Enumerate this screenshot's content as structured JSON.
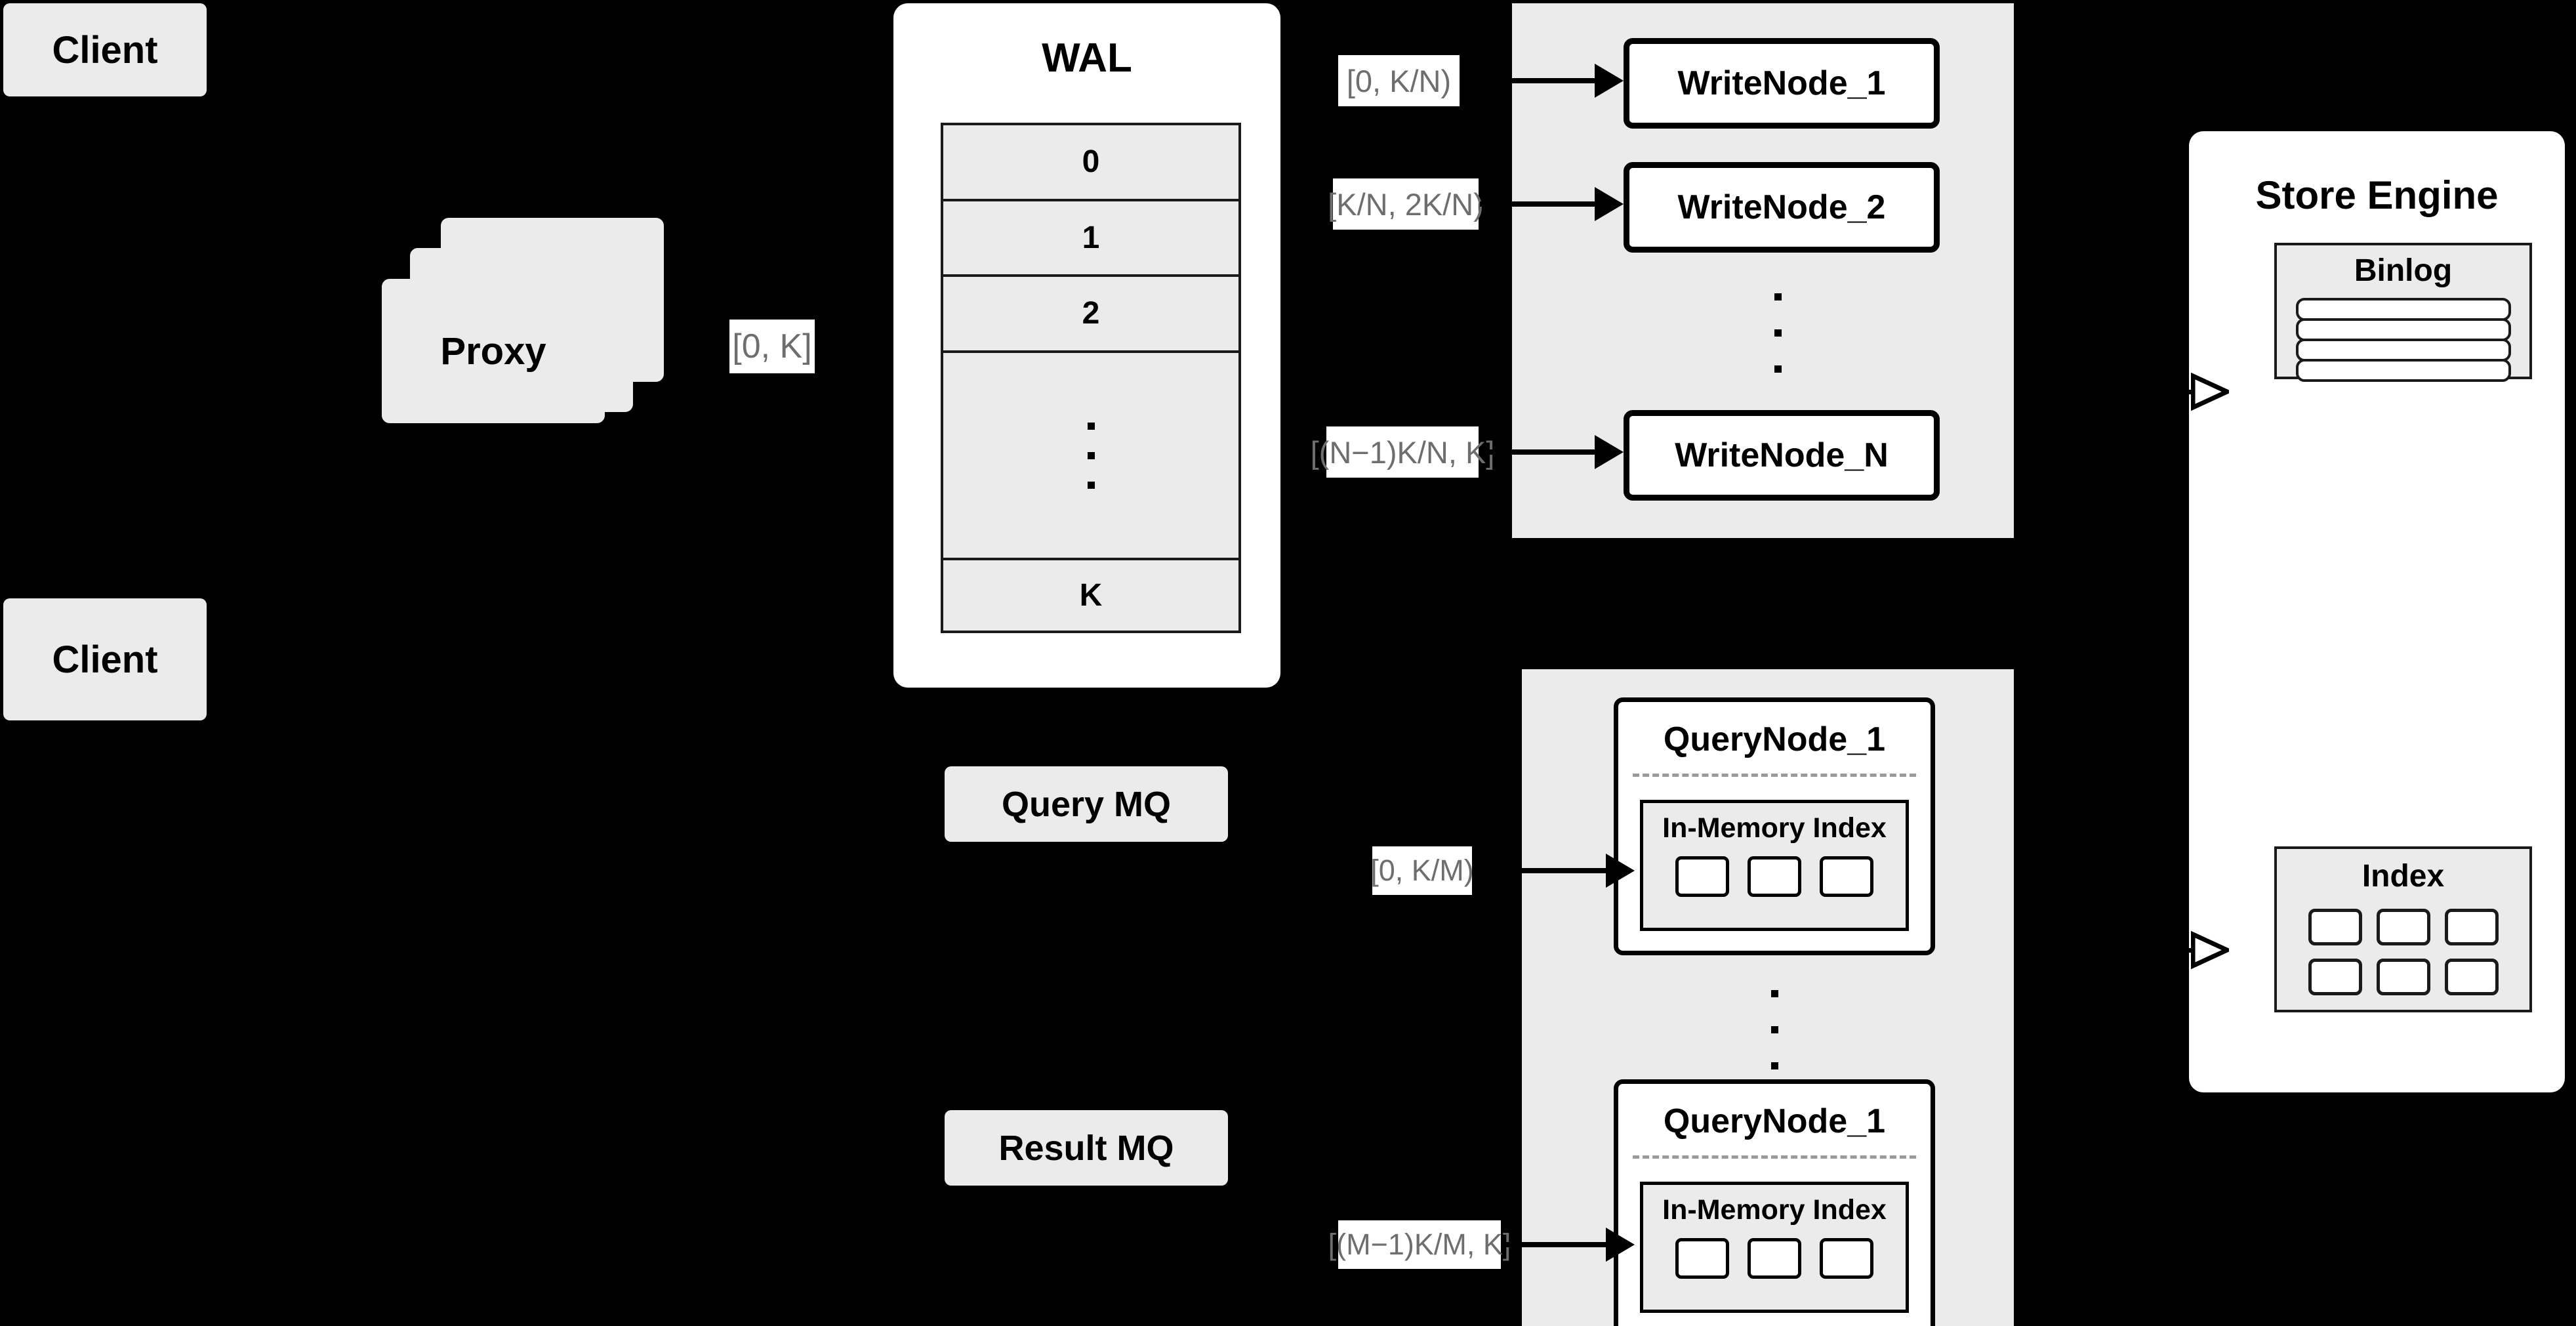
{
  "diagram": {
    "title": "Distributed Vector Database Write/Query Architecture",
    "background_color": "#000000",
    "box_fill": "#ebebeb",
    "panel_fill": "#ffffff",
    "stroke_color": "#000000",
    "label_text_color": "#6e6e6e"
  },
  "clients": [
    {
      "label": "Client"
    },
    {
      "label": "Client"
    }
  ],
  "proxy": {
    "label": "Proxy",
    "stack_layers": 3
  },
  "proxy_range_label": "[0, K]",
  "wal": {
    "title": "WAL",
    "rows": [
      "0",
      "1",
      "2"
    ],
    "ellipsis": "vertical-dots",
    "last_row": "K"
  },
  "mq": {
    "query": "Query MQ",
    "result": "Result MQ"
  },
  "write_group": {
    "nodes": [
      {
        "label": "WriteNode_1",
        "range": "[0,  K/N)"
      },
      {
        "label": "WriteNode_2",
        "range": "[K/N, 2K/N)"
      },
      {
        "label": "WriteNode_N",
        "range": "[(N−1)K/N,  K]"
      }
    ],
    "ellipsis": "vertical-dots"
  },
  "query_group": {
    "nodes": [
      {
        "label": "QueryNode_1",
        "range": "[0, K/M)",
        "index_title": "In-Memory Index",
        "index_cells": 3
      },
      {
        "label": "QueryNode_1",
        "range": "[(M−1)K/M, K]",
        "index_title": "In-Memory Index",
        "index_cells": 3
      }
    ],
    "ellipsis": "vertical-dots"
  },
  "store_engine": {
    "title": "Store Engine",
    "binlog": {
      "title": "Binlog",
      "rows": 4
    },
    "index": {
      "title": "Index",
      "cells": 6
    }
  }
}
